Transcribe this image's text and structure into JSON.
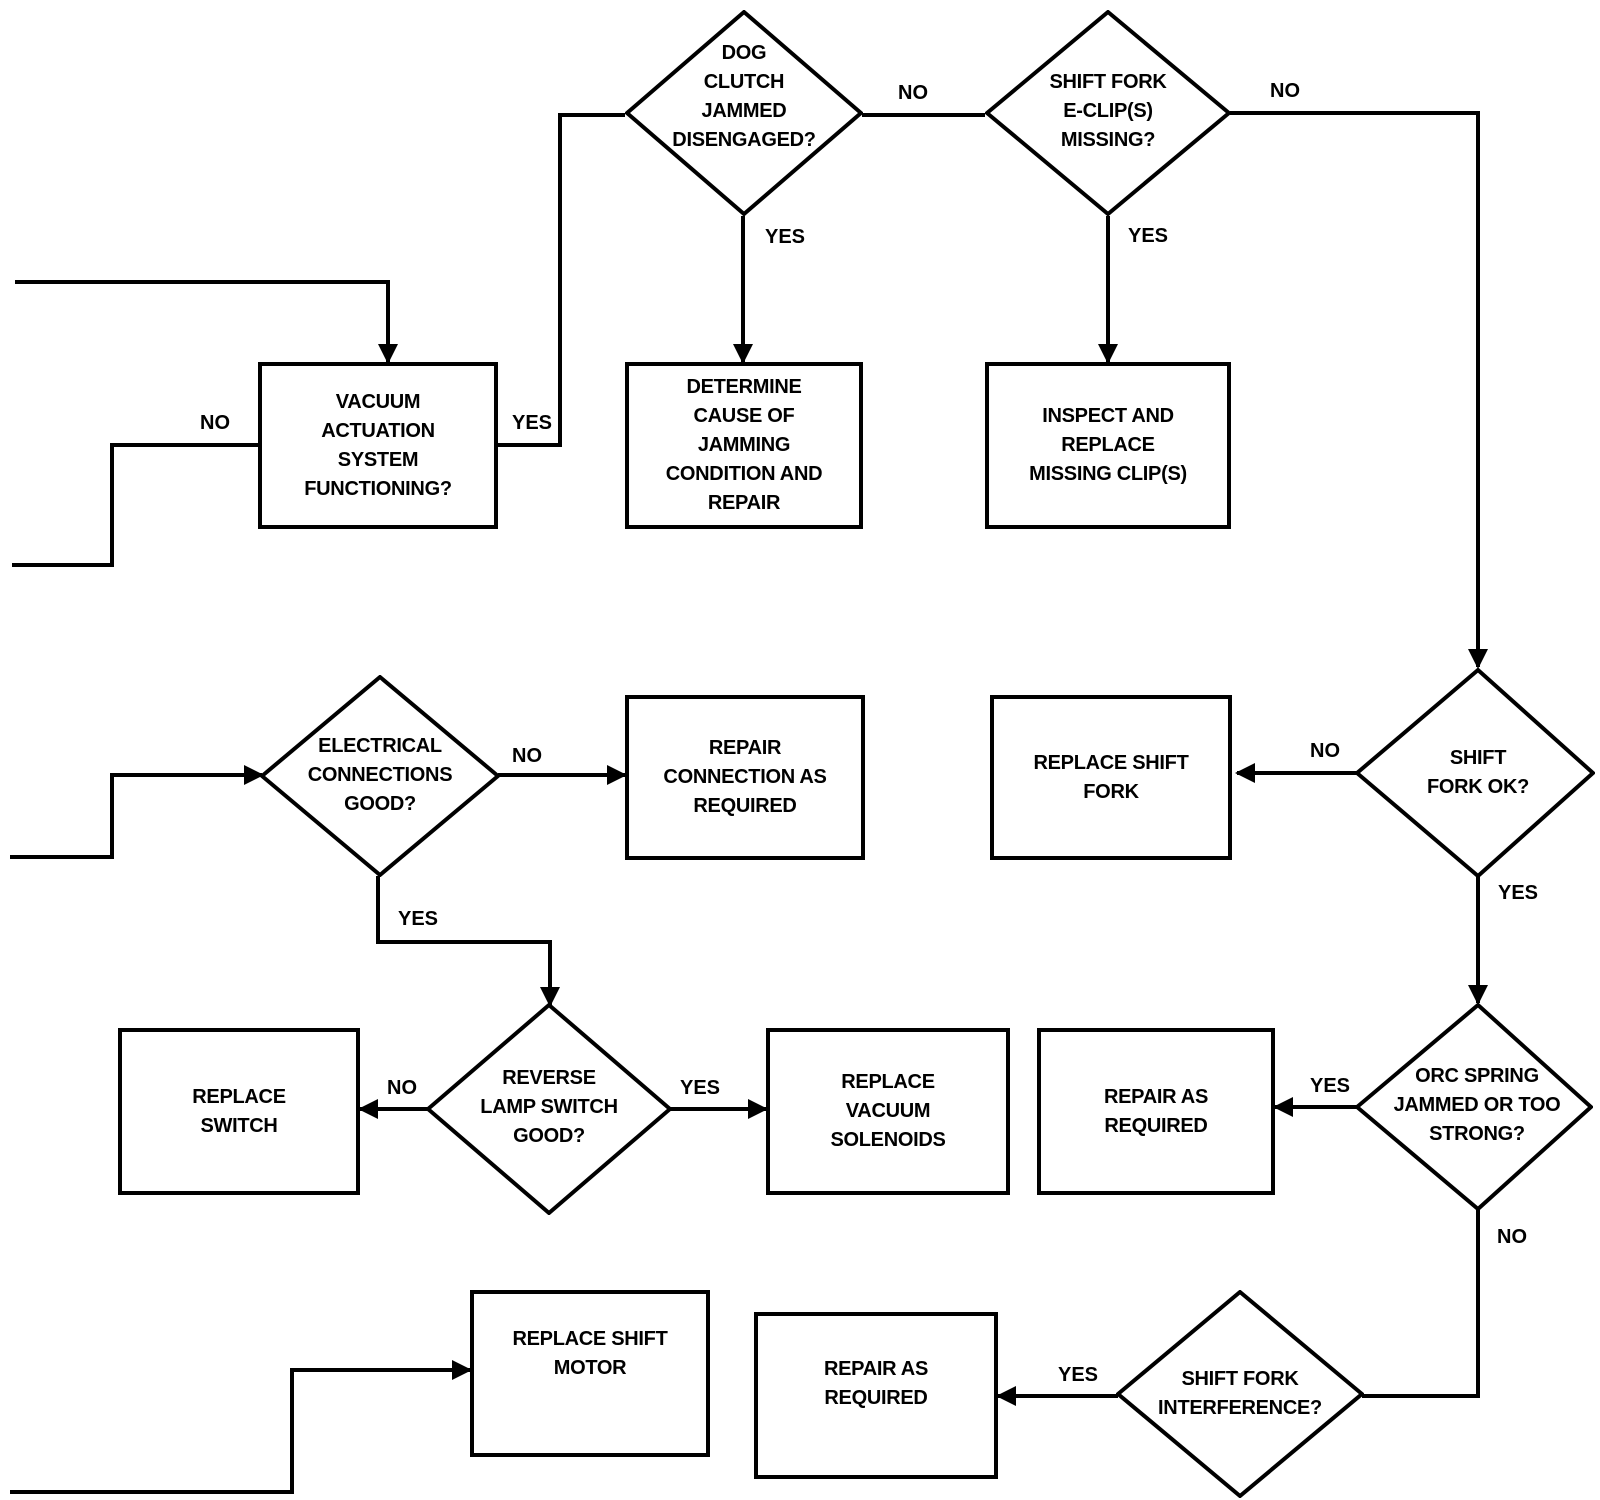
{
  "nodes": {
    "dog_clutch": "DOG\nCLUTCH\nJAMMED\nDISENGAGED?",
    "shift_fork_eclip": "SHIFT FORK\nE-CLIP(S)\nMISSING?",
    "vacuum_actuation": "VACUUM\nACTUATION\nSYSTEM\nFUNCTIONING?",
    "determine_cause": "DETERMINE\nCAUSE OF\nJAMMING\nCONDITION AND\nREPAIR",
    "inspect_replace": "INSPECT AND\nREPLACE\nMISSING CLIP(S)",
    "electrical": "ELECTRICAL\nCONNECTIONS\nGOOD?",
    "repair_connection": "REPAIR\nCONNECTION AS\nREQUIRED",
    "replace_shift_fork": "REPLACE SHIFT\nFORK",
    "shift_fork_ok": "SHIFT\nFORK OK?",
    "replace_switch": "REPLACE\nSWITCH",
    "reverse_lamp": "REVERSE\nLAMP SWITCH\nGOOD?",
    "replace_solenoids": "REPLACE\nVACUUM\nSOLENOIDS",
    "repair_orc": "REPAIR AS\nREQUIRED",
    "orc_spring": "ORC SPRING\nJAMMED OR TOO\nSTRONG?",
    "replace_motor": "REPLACE SHIFT\nMOTOR",
    "repair_interference": "REPAIR AS\nREQUIRED",
    "shift_fork_interference": "SHIFT FORK\nINTERFERENCE?"
  },
  "labels": {
    "dog_no": "NO",
    "eclip_no": "NO",
    "dog_yes": "YES",
    "eclip_yes": "YES",
    "vac_no": "NO",
    "vac_yes": "YES",
    "elec_no": "NO",
    "elec_yes": "YES",
    "fork_ok_no": "NO",
    "fork_ok_yes": "YES",
    "lamp_no": "NO",
    "lamp_yes": "YES",
    "orc_yes": "YES",
    "orc_no": "NO",
    "interf_yes": "YES"
  }
}
